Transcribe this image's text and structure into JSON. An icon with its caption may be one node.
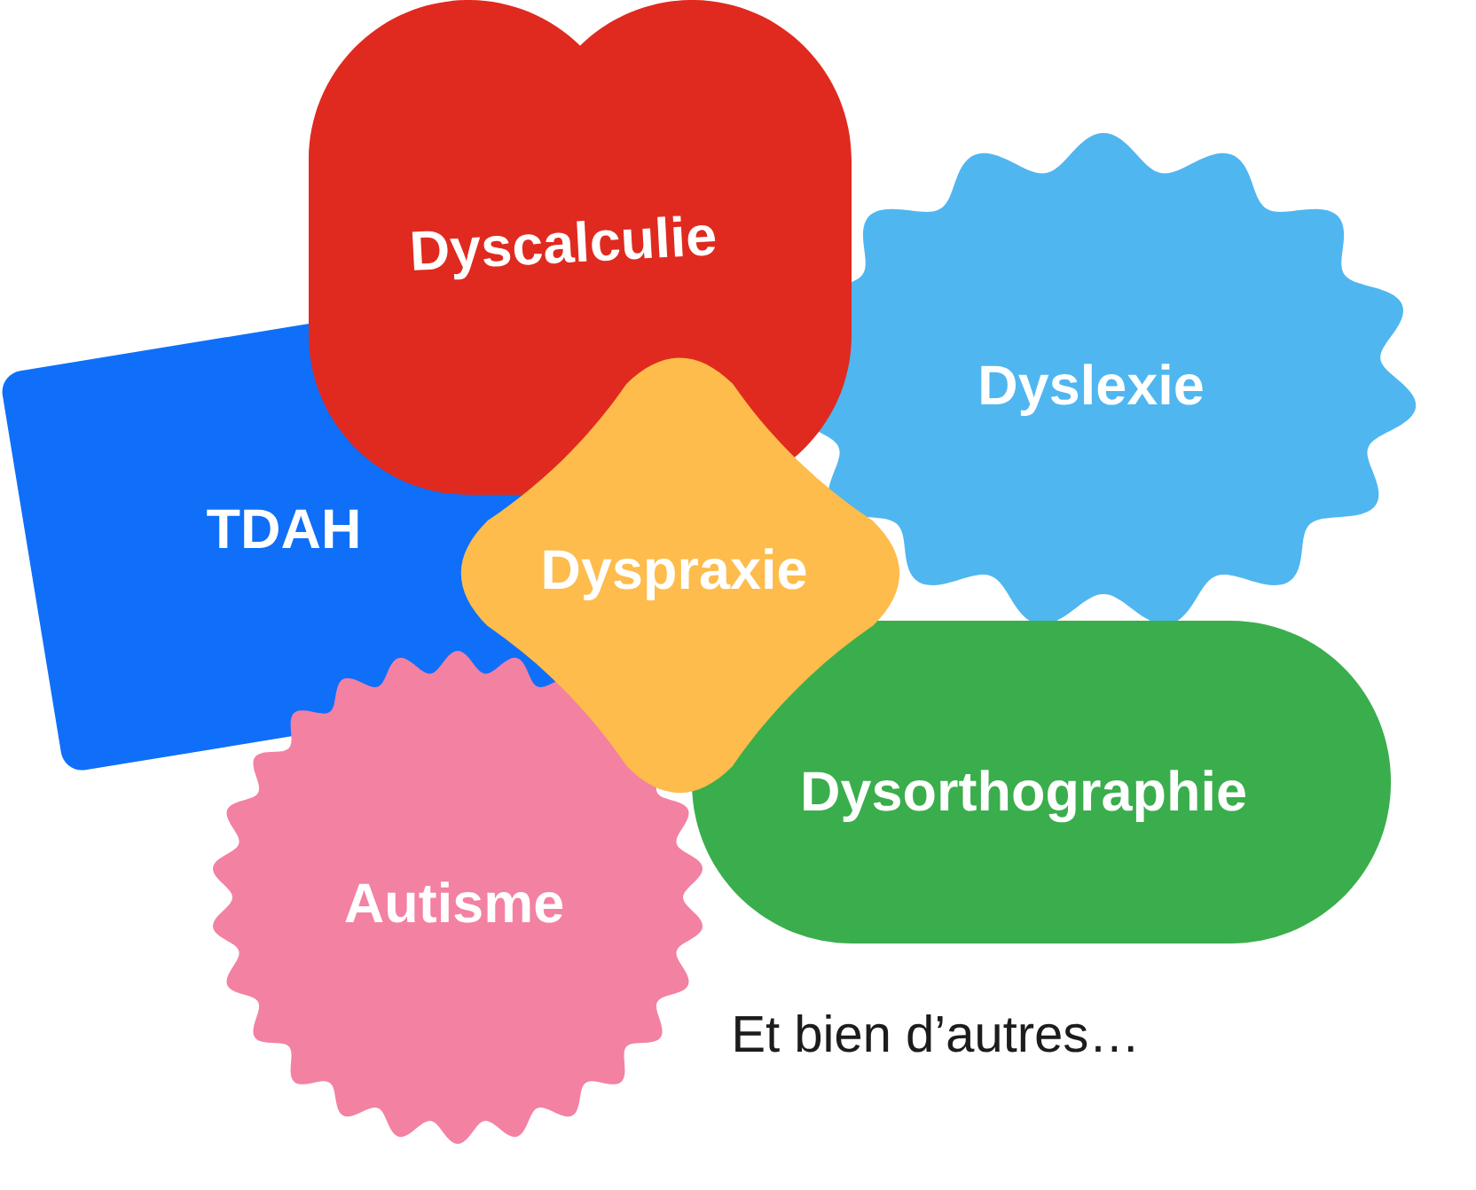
{
  "diagram": {
    "nodes": [
      {
        "text": [
          "Dyscalculie"
        ]
      },
      {
        "text": [
          "Dyslexie"
        ]
      },
      {
        "text": [
          "TDAH"
        ]
      },
      {
        "text": [
          "Dyspraxie"
        ]
      },
      {
        "text": [
          "Dysorthographie"
        ]
      },
      {
        "text": [
          "Autisme"
        ]
      }
    ],
    "labels": [
      "Et bien d’autres…"
    ]
  }
}
